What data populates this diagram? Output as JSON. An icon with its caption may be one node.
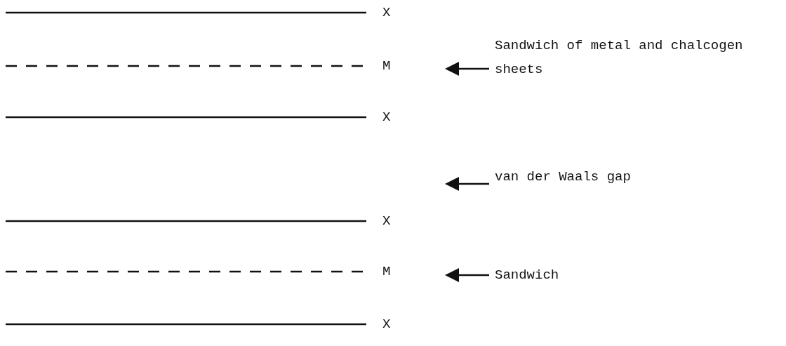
{
  "diagram": {
    "nodes": [
      {
        "text": [
          "Sandwich of metal and chalcogen sheets"
        ]
      },
      {
        "text": [
          "van der Waals gap"
        ]
      },
      {
        "text": [
          "Sandwich"
        ]
      }
    ],
    "edges": [
      {
        "from": 0,
        "to": null,
        "arrow": "to"
      },
      {
        "from": 1,
        "to": null,
        "arrow": "to"
      },
      {
        "from": 2,
        "to": null,
        "arrow": "to"
      }
    ],
    "labels": [
      "X",
      "M",
      "X",
      "X",
      "M",
      "X"
    ]
  }
}
